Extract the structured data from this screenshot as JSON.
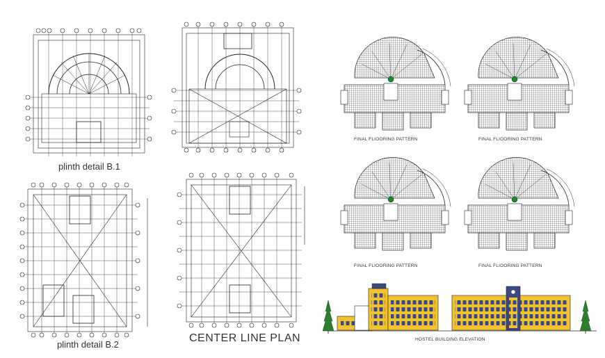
{
  "drawing_labels": {
    "plinth_b1": "plinth detail B.1",
    "plinth_b2": "plinth detail B.2",
    "center_line_plan": "CENTER LINE PLAN",
    "flooring_1": "FINAL FLIOORING PATTERN",
    "flooring_2": "FINAL FLIOORING PATTERN",
    "flooring_3": "FINAL FLIOORING PATTERN",
    "flooring_4": "FINAL FLIOORING PATTERN",
    "elevation": "HOSTEL BUILDING ELEVATION"
  },
  "colors": {
    "line": "#222222",
    "elevation_yellow": "#f2c230",
    "elevation_blue": "#3a4a80",
    "tree_green": "#2e7d32",
    "dome_green": "#1b8a2a"
  }
}
